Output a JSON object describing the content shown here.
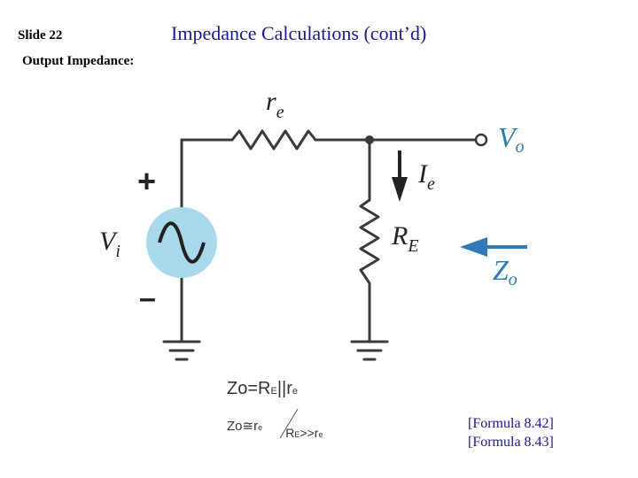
{
  "slide": {
    "label": "Slide 22",
    "title": "Impedance Calculations (cont’d)"
  },
  "section": {
    "label": "Output Impedance:"
  },
  "circuit": {
    "labels": {
      "re_main": "r",
      "re_sub": "e",
      "vo_main": "V",
      "vo_sub": "o",
      "ie_main": "I",
      "ie_sub": "e",
      "RE_main": "R",
      "RE_sub": "E",
      "zo_main": "Z",
      "zo_sub": "o",
      "vi_main": "V",
      "vi_sub": "i",
      "plus": "+",
      "minus": "–"
    },
    "colors": {
      "wire": "#3a3a3a",
      "source_fill": "#a8d8ea",
      "output_label": "#2e7bb8",
      "zo_arrow": "#2e7bb8"
    }
  },
  "equations": {
    "eq1": {
      "lhs": "Zo",
      "eq": "=",
      "r": "R",
      "r_sub": "E",
      "par": "||",
      "re": "r",
      "re_sub": "e"
    },
    "eq2": {
      "lhs": "Zo",
      "approx": "≅",
      "re": "r",
      "re_sub": "e",
      "cond_R": "R",
      "cond_R_sub": "E",
      "cond_gt": ">>",
      "cond_re": "r",
      "cond_re_sub": "e"
    }
  },
  "references": {
    "ref1": "[Formula 8.42]",
    "ref2": "[Formula 8.43]"
  }
}
